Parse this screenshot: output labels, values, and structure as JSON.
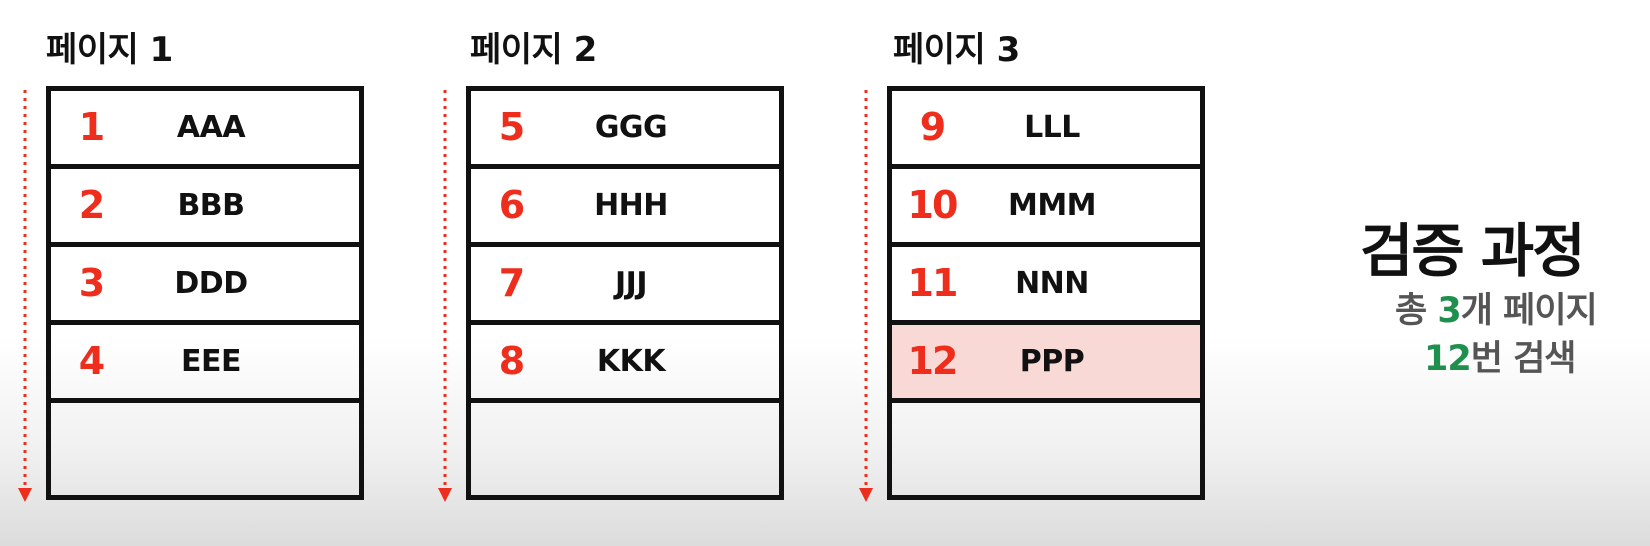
{
  "pages": [
    {
      "title": "페이지 1",
      "rows": [
        {
          "num": "1",
          "value": "AAA"
        },
        {
          "num": "2",
          "value": "BBB"
        },
        {
          "num": "3",
          "value": "DDD"
        },
        {
          "num": "4",
          "value": "EEE"
        },
        {
          "num": "",
          "value": ""
        }
      ]
    },
    {
      "title": "페이지 2",
      "rows": [
        {
          "num": "5",
          "value": "GGG"
        },
        {
          "num": "6",
          "value": "HHH"
        },
        {
          "num": "7",
          "value": "JJJ"
        },
        {
          "num": "8",
          "value": "KKK"
        },
        {
          "num": "",
          "value": ""
        }
      ]
    },
    {
      "title": "페이지 3",
      "rows": [
        {
          "num": "9",
          "value": "LLL"
        },
        {
          "num": "10",
          "value": "MMM"
        },
        {
          "num": "11",
          "value": "NNN"
        },
        {
          "num": "12",
          "value": "PPP",
          "highlight": true
        },
        {
          "num": "",
          "value": ""
        }
      ]
    }
  ],
  "summary": {
    "title": "검증 과정",
    "line1_prefix": "총 ",
    "line1_count": "3",
    "line1_suffix": "개 페이지",
    "line2_count": "12",
    "line2_suffix": "번 검색"
  },
  "colors": {
    "number": "#ef2d1c",
    "highlight_row": "#f8d9d6",
    "accent_green": "#1f8f4e",
    "arrow": "#ef2d1c"
  }
}
